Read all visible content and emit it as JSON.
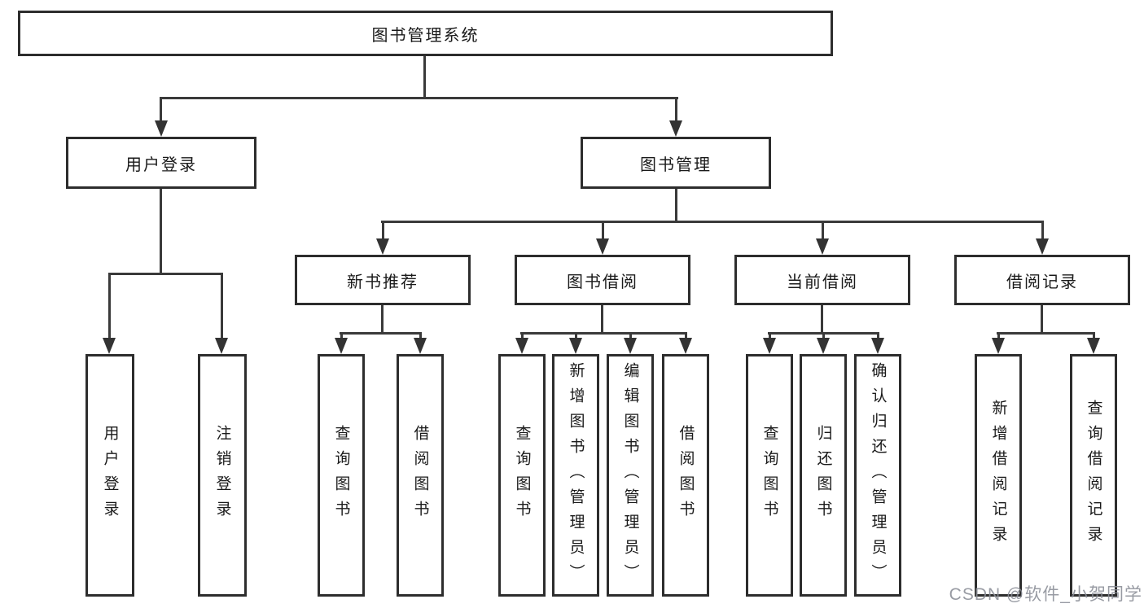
{
  "diagram": {
    "type": "tree",
    "root": {
      "label": "图书管理系统",
      "children": [
        {
          "label": "用户登录",
          "children": [
            {
              "label": "用户登录"
            },
            {
              "label": "注销登录"
            }
          ]
        },
        {
          "label": "图书管理",
          "children": [
            {
              "label": "新书推荐",
              "children": [
                {
                  "label": "查询图书"
                },
                {
                  "label": "借阅图书"
                }
              ]
            },
            {
              "label": "图书借阅",
              "children": [
                {
                  "label": "查询图书"
                },
                {
                  "label": "新增图书（管理员）"
                },
                {
                  "label": "编辑图书（管理员）"
                },
                {
                  "label": "借阅图书"
                }
              ]
            },
            {
              "label": "当前借阅",
              "children": [
                {
                  "label": "查询图书"
                },
                {
                  "label": "归还图书"
                },
                {
                  "label": "确认归还（管理员）"
                }
              ]
            },
            {
              "label": "借阅记录",
              "children": [
                {
                  "label": "新增借阅记录"
                },
                {
                  "label": "查询借阅记录"
                }
              ]
            }
          ]
        }
      ]
    },
    "colors": {
      "box_border": "#2d2d2d",
      "connector_line": "#3a3a3a",
      "text": "#1a1a1a",
      "background": "#ffffff",
      "watermark_text": "#8a8d96"
    }
  },
  "watermark": "CSDN @软件_小贺同学"
}
